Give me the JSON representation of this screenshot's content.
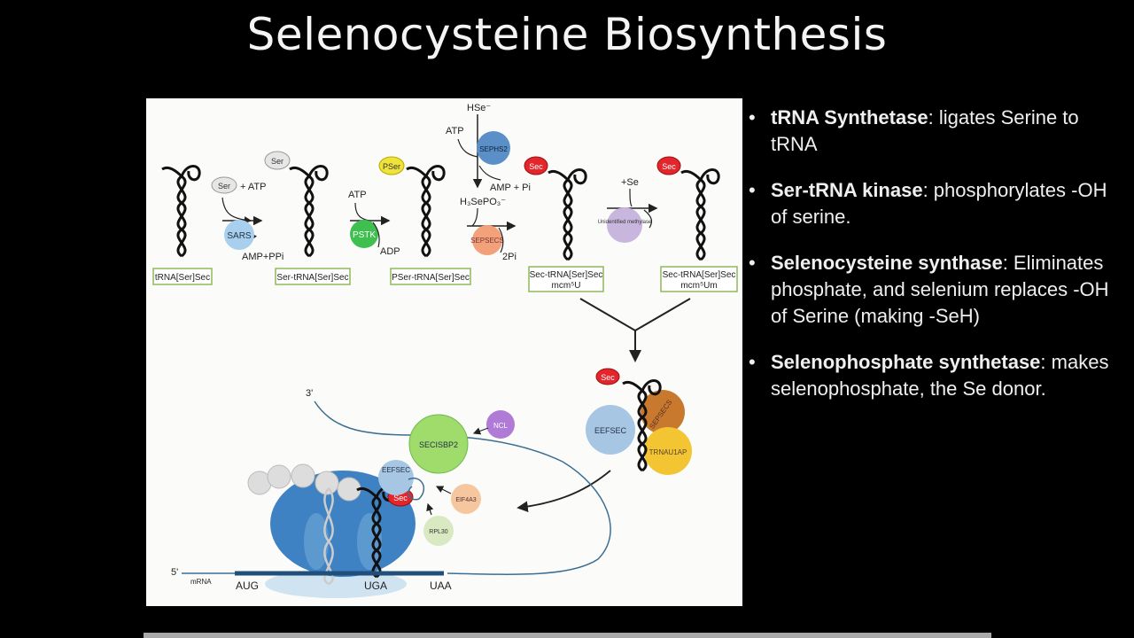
{
  "title": "Selenocysteine Biosynthesis",
  "bullets": [
    {
      "term": "tRNA Synthetase",
      "desc": ": ligates Serine to tRNA"
    },
    {
      "term": "Ser-tRNA kinase",
      "desc": ": phosphorylates -OH of serine."
    },
    {
      "term": "Selenocysteine synthase",
      "desc": ": Eliminates phosphate, and selenium replaces -OH of Serine (making -SeH)"
    },
    {
      "term": "Selenophosphate synthetase",
      "desc": ": makes selenophosphate, the Se donor."
    }
  ],
  "diagram": {
    "hse": "HSe⁻",
    "ser": "Ser",
    "pser": "PSer",
    "sec": "Sec",
    "atp": "ATP",
    "plus_atp": "+ ATP",
    "amp_ppi": "AMP+PPi",
    "adp": "ADP",
    "amp_pi": "AMP + Pi",
    "h3sepo3": "H₃SePO₃⁻",
    "two_pi": "2Pi",
    "plus_se": "+Se",
    "sars": "SARS",
    "pstk": "PSTK",
    "sephs2": "SEPHS2",
    "sepsecs": "SEPSECS",
    "methylase": "Unidentified methylase",
    "trna_box": "tRNA[Ser]Sec",
    "ser_trna_box": "Ser-tRNA[Ser]Sec",
    "pser_trna_box": "PSer-tRNA[Ser]Sec",
    "sec_trna_box_1": "Sec-tRNA[Ser]Sec",
    "sec_trna_box_1b": "mcm⁵U",
    "sec_trna_box_2": "Sec-tRNA[Ser]Sec",
    "sec_trna_box_2b": "mcm⁵Um",
    "eefsec": "EEFSEC",
    "sepsecs_complex": "SEPSECS",
    "trnau1ap": "TRNAU1AP",
    "secisbp2": "SECISBP2",
    "ncl": "NCL",
    "eif4a3": "EIF4A3",
    "rpl30": "RPL30",
    "three_prime": "3'",
    "five_prime": "5'",
    "mrna": "mRNA",
    "aug": "AUG",
    "uga": "UGA",
    "uaa": "UAA"
  },
  "colors": {
    "sars": "#a9cfee",
    "pstk": "#3fbf4f",
    "sephs2": "#5a8fc7",
    "sepsecs": "#f3a17a",
    "methylase": "#c9b6df",
    "ser_tag": "#e6e6e6",
    "pser_tag": "#efe23b",
    "sec_tag": "#e3262b",
    "eefsec": "#a7c6e4",
    "sepsecs_complex": "#c8792e",
    "trnau1ap": "#f3c532",
    "secisbp2": "#9fdc6b",
    "ncl": "#b07bd6",
    "eif4a3": "#f6c79f",
    "rpl30": "#d9e9c1",
    "ribosome": "#3f82c4",
    "box_border": "#8fb85a"
  }
}
